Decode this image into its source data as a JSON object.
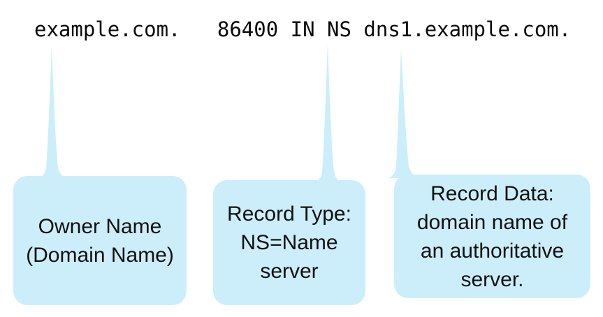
{
  "colors": {
    "background": "#ffffff",
    "callout_fill": "#cceefb",
    "text": "#111111",
    "record_text": "#0a0a0a"
  },
  "record_line": {
    "text": "example.com.   86400 IN NS dns1.example.com."
  },
  "callouts": [
    {
      "id": "owner-name",
      "points_to": "example.com.",
      "lines": [
        "Owner Name",
        "(Domain Name)"
      ]
    },
    {
      "id": "record-type",
      "points_to": "NS",
      "lines": [
        "Record Type:",
        "NS=Name",
        "server"
      ]
    },
    {
      "id": "record-data",
      "points_to": "dns1.example.com.",
      "lines": [
        "Record Data:",
        "domain name of",
        "an authoritative",
        "server."
      ]
    }
  ]
}
